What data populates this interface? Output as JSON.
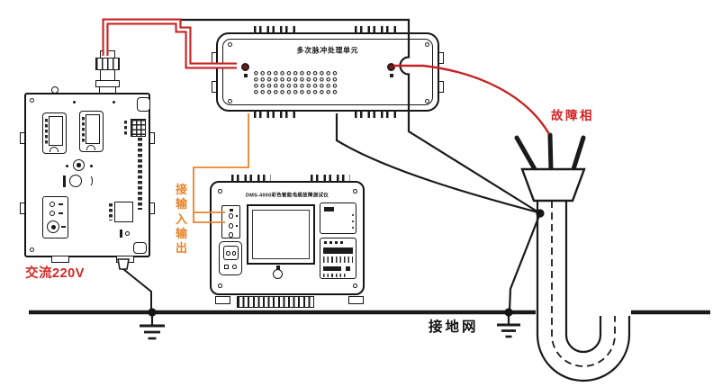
{
  "diagram": {
    "pulse_unit_label": "多次脉冲处理单元",
    "tester_label": "DMS-4000彩色智能电缆故障测试仪",
    "ac_power_label": "交流220V",
    "fault_phase_label": "故障相",
    "ground_net_label": "接地网",
    "io_label": "接输入输出",
    "colors": {
      "wire_red": "#c62222",
      "wire_orange": "#e8832b",
      "line_black": "#1a1a1a",
      "label_red": "#d42525"
    }
  }
}
